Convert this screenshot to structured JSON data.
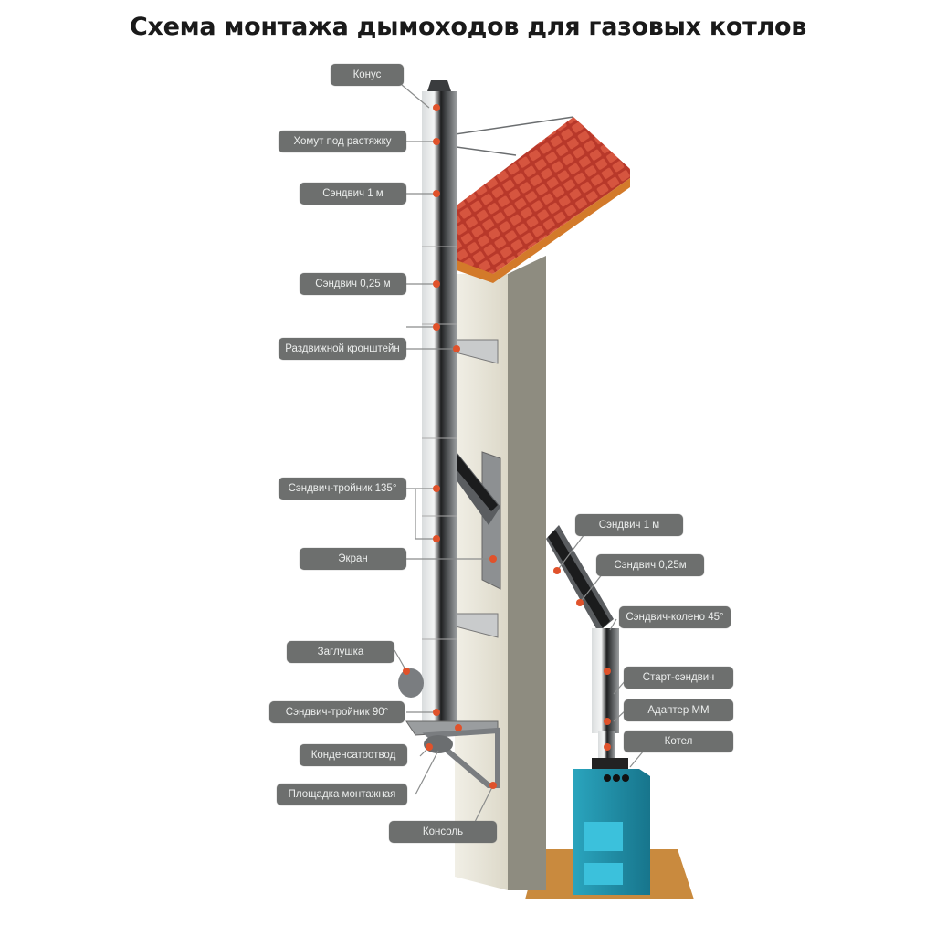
{
  "title": "Схема монтажа дымоходов для газовых котлов",
  "colors": {
    "label_bg": "#6d6f6e",
    "label_text": "#eceeed",
    "marker": "#e0522b",
    "roof": "#c8402e",
    "wall": "#e6e3d6",
    "boiler": "#1f8fa8",
    "floor": "#c98a3e"
  },
  "labels": {
    "konus": "Конус",
    "khomut": "Хомут под растяжку",
    "sandwich_1m_left": "Сэндвич 1 м",
    "sandwich_025_left": "Сэндвич 0,25 м",
    "kronshtein": "Раздвижной кронштейн",
    "troinik_135": "Сэндвич-тройник 135°",
    "ekran": "Экран",
    "zaglushka": "Заглушка",
    "troinik_90": "Сэндвич-тройник 90°",
    "kondensatootvod": "Конденсатоотвод",
    "ploshchadka": "Площадка монтажная",
    "konsol": "Консоль",
    "sandwich_1m_right": "Сэндвич 1 м",
    "sandwich_025_right": "Сэндвич 0,25м",
    "koleno_45": "Сэндвич-колено 45°",
    "start_sandwich": "Старт-сэндвич",
    "adapter": "Адаптер ММ",
    "kotel": "Котел"
  }
}
